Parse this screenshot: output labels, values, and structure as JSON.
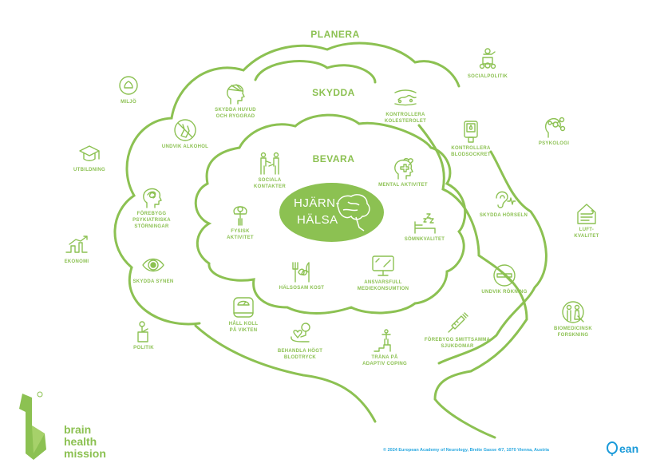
{
  "colors": {
    "primary": "#8cc152",
    "footer_text": "#29a8e0",
    "ean": "#1a9ad9"
  },
  "rings": {
    "outer": "PLANERA",
    "middle": "SKYDDA",
    "inner": "BEVARA"
  },
  "core": {
    "line1": "HJÄRN-",
    "line2": "HÄLSA",
    "icon": "brain-icon"
  },
  "items": [
    {
      "id": "miljo",
      "lines": [
        "MILJÖ"
      ],
      "icon": "recycle-leaf-icon"
    },
    {
      "id": "utbildning",
      "lines": [
        "UTBILDNING"
      ],
      "icon": "graduation-cap-icon"
    },
    {
      "id": "ekonomi",
      "lines": [
        "EKONOMI"
      ],
      "icon": "chart-growth-icon"
    },
    {
      "id": "politik",
      "lines": [
        "POLITIK"
      ],
      "icon": "speaker-podium-icon"
    },
    {
      "id": "socialpolitik",
      "lines": [
        "SOCIALPOLITIK"
      ],
      "icon": "audience-icon"
    },
    {
      "id": "psykologi",
      "lines": [
        "PSYKOLOGI"
      ],
      "icon": "head-network-icon"
    },
    {
      "id": "luftkvalitet",
      "lines": [
        "LUFT-",
        "KVALITET"
      ],
      "icon": "house-wind-icon"
    },
    {
      "id": "biomedicinsk",
      "lines": [
        "BIOMEDICINSK",
        "FORSKNING"
      ],
      "icon": "researchers-icon"
    },
    {
      "id": "huvud",
      "lines": [
        "SKYDDA HUVUD",
        "OCH RYGGRAD"
      ],
      "icon": "helmet-head-icon"
    },
    {
      "id": "alkohol",
      "lines": [
        "UNDVIK ALKOHOL"
      ],
      "icon": "no-alcohol-icon"
    },
    {
      "id": "psykiatriska",
      "lines": [
        "FÖREBYGG",
        "PSYKIATRISKA",
        "STÖRNINGAR"
      ],
      "icon": "tangled-head-icon"
    },
    {
      "id": "synen",
      "lines": [
        "SKYDDA SYNEN"
      ],
      "icon": "eye-icon"
    },
    {
      "id": "vikten",
      "lines": [
        "HÅLL KOLL",
        "PÅ VIKTEN"
      ],
      "icon": "scale-icon"
    },
    {
      "id": "blodtryck",
      "lines": [
        "BEHANDLA HÖGT",
        "BLODTRYCK"
      ],
      "icon": "blood-pressure-icon"
    },
    {
      "id": "coping",
      "lines": [
        "TRÄNA PÅ",
        "ADAPTIV COPING"
      ],
      "icon": "stairs-person-icon"
    },
    {
      "id": "smittsamma",
      "lines": [
        "FÖREBYGG SMITTSAMMA",
        "SJUKDOMAR"
      ],
      "icon": "syringe-icon"
    },
    {
      "id": "rokning",
      "lines": [
        "UNDVIK RÖKNING"
      ],
      "icon": "no-smoking-icon"
    },
    {
      "id": "kolesterol",
      "lines": [
        "KONTROLLERA",
        "KOLESTEROLET"
      ],
      "icon": "artery-icon"
    },
    {
      "id": "blodsocker",
      "lines": [
        "KONTROLLERA",
        "BLODSOCKRET"
      ],
      "icon": "glucose-meter-icon"
    },
    {
      "id": "horseln",
      "lines": [
        "SKYDDA HÖRSELN"
      ],
      "icon": "ear-icon"
    },
    {
      "id": "sociala",
      "lines": [
        "SOCIALA",
        "KONTAKTER"
      ],
      "icon": "two-people-icon"
    },
    {
      "id": "fysisk",
      "lines": [
        "FYSISK",
        "AKTIVITET"
      ],
      "icon": "jump-rope-icon"
    },
    {
      "id": "mental",
      "lines": [
        "MENTAL AKTIVITET"
      ],
      "icon": "head-heart-icon"
    },
    {
      "id": "somn",
      "lines": [
        "SÖMNKVALITET"
      ],
      "icon": "bed-sleep-icon"
    },
    {
      "id": "kost",
      "lines": [
        "HÄLSOSAM KOST"
      ],
      "icon": "cutlery-leaf-icon"
    },
    {
      "id": "media",
      "lines": [
        "ANSVARSFULL",
        "MEDIEKONSUMTION"
      ],
      "icon": "monitor-icon"
    }
  ],
  "footer": {
    "brand": [
      "brain",
      "health",
      "mission"
    ],
    "copyright": "© 2024 European Academy of Neurology, Breite Gasse 4/7, 1070 Vienna, Austria",
    "ean": "ean"
  }
}
